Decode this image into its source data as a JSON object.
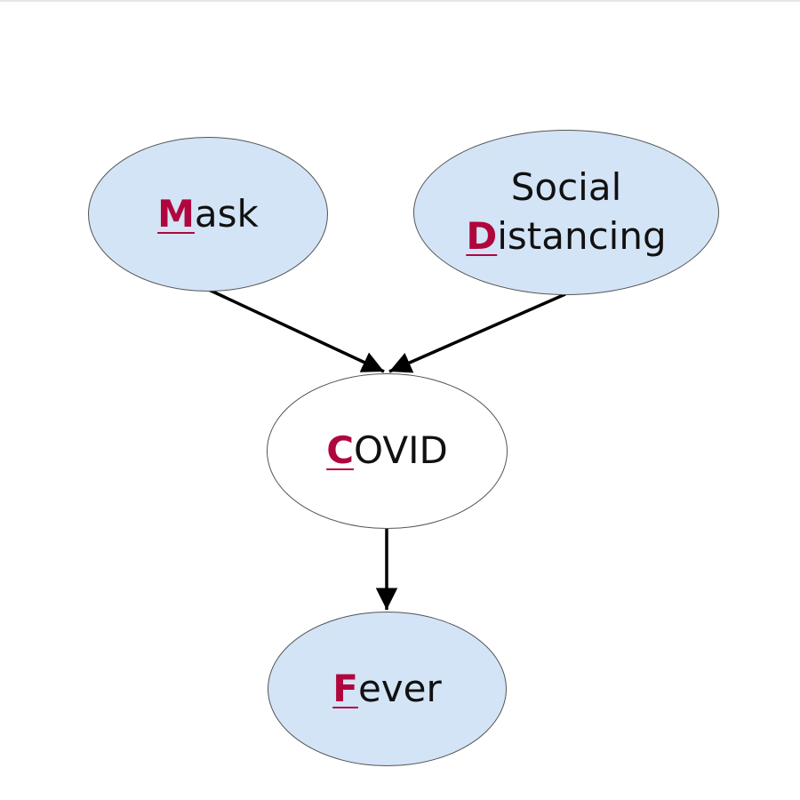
{
  "colors": {
    "observed_fill": "#d3e4f6",
    "latent_fill": "#ffffff",
    "initial_letter": "#b0063e",
    "edge": "#000000"
  },
  "nodes": {
    "mask": {
      "initial": "M",
      "rest": "ask"
    },
    "social_distancing": {
      "line1": "Social",
      "initial": "D",
      "rest": "istancing"
    },
    "covid": {
      "initial": "C",
      "rest": "OVID"
    },
    "fever": {
      "initial": "F",
      "rest": "ever"
    }
  },
  "edges": [
    {
      "from": "mask",
      "to": "covid"
    },
    {
      "from": "social_distancing",
      "to": "covid"
    },
    {
      "from": "covid",
      "to": "fever"
    }
  ]
}
